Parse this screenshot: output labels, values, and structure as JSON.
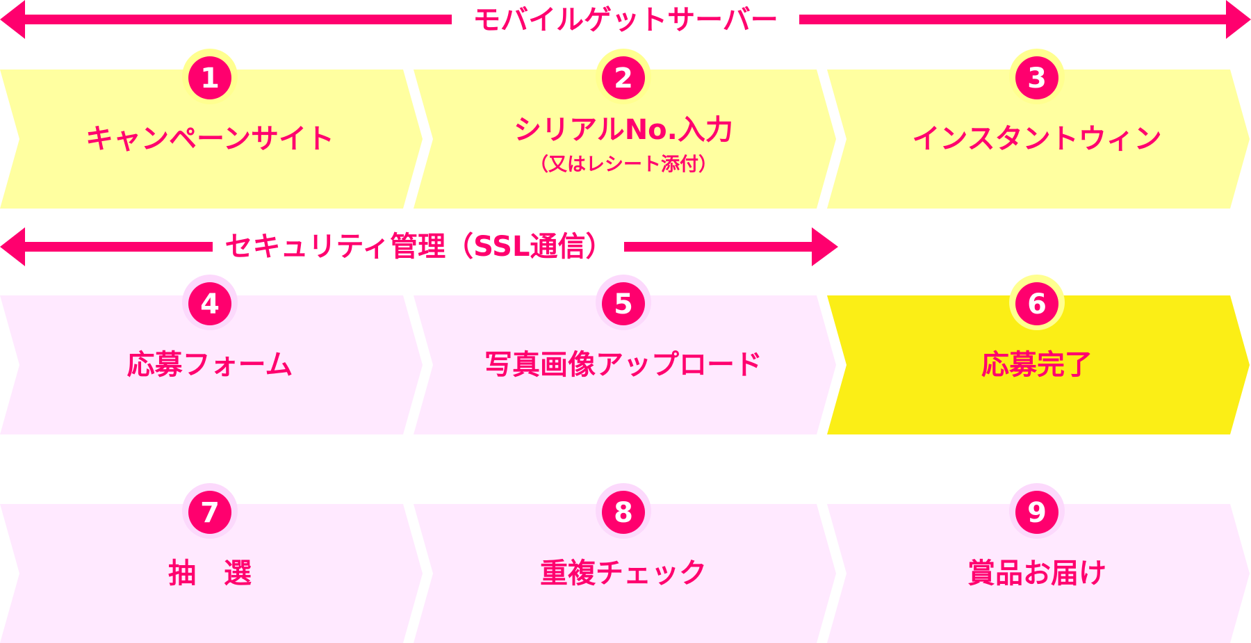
{
  "colors": {
    "accent": "#ff006e",
    "yellow_light": "#ffffa0",
    "yellow_strong": "#fbee16",
    "pink_light": "#ffe9ff",
    "badge_halo_yellow": "#ffff90",
    "badge_halo_pink": "#fcd9fc",
    "white": "#ffffff"
  },
  "arrows": [
    {
      "label": "モバイルゲットサーバー",
      "span": "steps-1-3"
    },
    {
      "label": "セキュリティ管理（SSL通信）",
      "span": "steps-1-2"
    }
  ],
  "steps": [
    {
      "number": "1",
      "title": "キャンペーンサイト",
      "subtitle": "",
      "fill": "yellow_light"
    },
    {
      "number": "2",
      "title": "シリアルNo.入力",
      "subtitle": "（又はレシート添付）",
      "fill": "yellow_light"
    },
    {
      "number": "3",
      "title": "インスタントウィン",
      "subtitle": "",
      "fill": "yellow_light"
    },
    {
      "number": "4",
      "title": "応募フォーム",
      "subtitle": "",
      "fill": "pink_light"
    },
    {
      "number": "5",
      "title": "写真画像アップロード",
      "subtitle": "",
      "fill": "pink_light"
    },
    {
      "number": "6",
      "title": "応募完了",
      "subtitle": "",
      "fill": "yellow_strong"
    },
    {
      "number": "7",
      "title": "抽　選",
      "subtitle": "",
      "fill": "pink_light"
    },
    {
      "number": "8",
      "title": "重複チェック",
      "subtitle": "",
      "fill": "pink_light"
    },
    {
      "number": "9",
      "title": "賞品お届け",
      "subtitle": "",
      "fill": "pink_light"
    }
  ]
}
